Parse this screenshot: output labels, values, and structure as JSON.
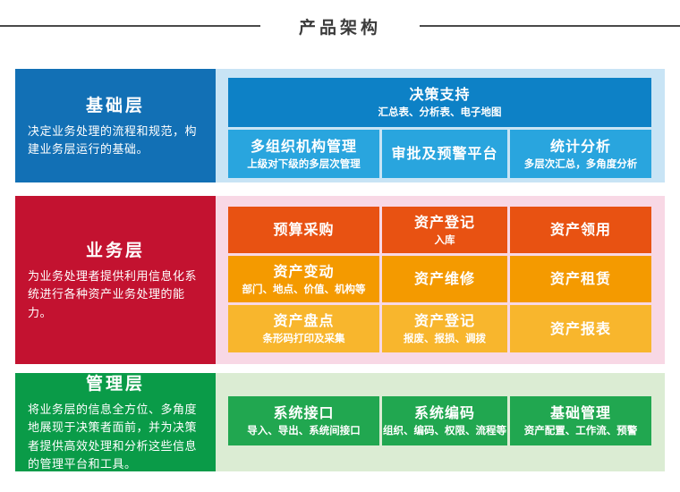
{
  "page": {
    "title": "产品架构"
  },
  "layers": [
    {
      "name": "基础层",
      "description": "决定业务处理的流程和规范，构建业务层运行的基础。",
      "panel_color": "#1270B5",
      "bg_color": "#C8E4F5",
      "rows": [
        {
          "color": "#0D81C6",
          "boxes": [
            {
              "title": "决策支持",
              "subtitle": "汇总表、分析表、电子地图"
            }
          ]
        },
        {
          "color": "#29A5DE",
          "boxes": [
            {
              "title": "多组织机构管理",
              "subtitle": "上级对下级的多层次管理"
            },
            {
              "title": "审批及预警平台",
              "subtitle": ""
            },
            {
              "title": "统计分析",
              "subtitle": "多层次汇总，多角度分析"
            }
          ]
        }
      ]
    },
    {
      "name": "业务层",
      "description": "为业务处理者提供利用信息化系统进行各种资产业务处理的能力。",
      "panel_color": "#C31230",
      "bg_color": "#F8D8E5",
      "rows": [
        {
          "color": "#E85212",
          "boxes": [
            {
              "title": "预算采购",
              "subtitle": ""
            },
            {
              "title": "资产登记",
              "subtitle": "入库"
            },
            {
              "title": "资产领用",
              "subtitle": ""
            }
          ]
        },
        {
          "color": "#F49A00",
          "boxes": [
            {
              "title": "资产变动",
              "subtitle": "部门、地点、价值、机构等"
            },
            {
              "title": "资产维修",
              "subtitle": ""
            },
            {
              "title": "资产租赁",
              "subtitle": ""
            }
          ]
        },
        {
          "color": "#F8B62D",
          "boxes": [
            {
              "title": "资产盘点",
              "subtitle": "条形码打印及采集"
            },
            {
              "title": "资产登记",
              "subtitle": "报废、报损、调拨"
            },
            {
              "title": "资产报表",
              "subtitle": ""
            }
          ]
        }
      ]
    },
    {
      "name": "管理层",
      "description": "将业务层的信息全方位、多角度地展现于决策者面前，并为决策者提供高效处理和分析这些信息的管理平台和工具。",
      "panel_color": "#0A9B48",
      "bg_color": "#DBECD3",
      "rows": [
        {
          "color": "#21A750",
          "boxes": [
            {
              "title": "系统接口",
              "subtitle": "导入、导出、系统间接口"
            },
            {
              "title": "系统编码",
              "subtitle": "组织、编码、权限、流程等"
            },
            {
              "title": "基础管理",
              "subtitle": "资产配置、工作流、预警"
            }
          ]
        }
      ]
    }
  ]
}
